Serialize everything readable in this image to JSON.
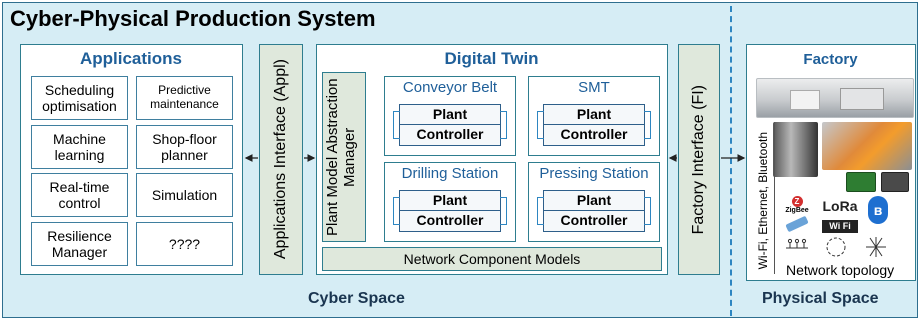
{
  "title": "Cyber-Physical Production System",
  "applications": {
    "title": "Applications",
    "items": [
      {
        "label": "Scheduling optimisation",
        "small": false
      },
      {
        "label": "Predictive maintenance",
        "small": true
      },
      {
        "label": "Machine learning",
        "small": false
      },
      {
        "label": "Shop-floor planner",
        "small": false
      },
      {
        "label": "Real-time control",
        "small": false
      },
      {
        "label": "Simulation",
        "small": false
      },
      {
        "label": "Resilience Manager",
        "small": false
      },
      {
        "label": "????",
        "small": false
      }
    ]
  },
  "appl_interface": "Applications Interface (Appl)",
  "digital_twin": {
    "title": "Digital Twin",
    "abstraction_manager": "Plant Model Abstraction Manager",
    "stations": [
      {
        "name": "Conveyor Belt",
        "plant": "Plant",
        "controller": "Controller"
      },
      {
        "name": "SMT",
        "plant": "Plant",
        "controller": "Controller"
      },
      {
        "name": "Drilling Station",
        "plant": "Plant",
        "controller": "Controller"
      },
      {
        "name": "Pressing Station",
        "plant": "Plant",
        "controller": "Controller"
      }
    ],
    "network_models": "Network Component Models"
  },
  "factory_interface": "Factory Interface (FI)",
  "factory": {
    "title": "Factory",
    "connectivity": "Wi-Fi, Ethernet, Bluetooth",
    "logos": {
      "zigbee": "ZigBee",
      "lora": "LoRa",
      "wifi": "Wi Fi"
    },
    "network_topology": "Network topology"
  },
  "footer": {
    "cyber": "Cyber Space",
    "physical": "Physical Space"
  },
  "colors": {
    "background": "#d6edf5",
    "border": "#2e7d8f",
    "title_blue": "#1f5f99",
    "interface_fill": "#dfe8dc",
    "divider": "#2e86c1"
  }
}
